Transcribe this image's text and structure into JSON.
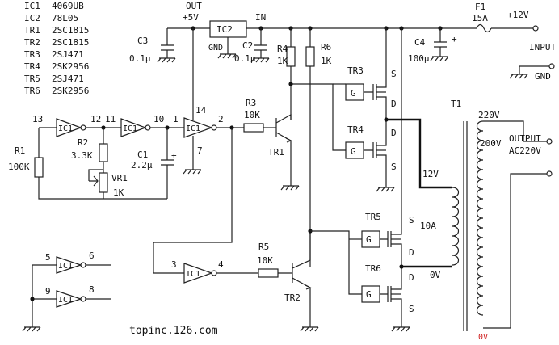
{
  "parts_list": [
    {
      "ref": "IC1",
      "value": "4069UB"
    },
    {
      "ref": "IC2",
      "value": "78L05"
    },
    {
      "ref": "TR1",
      "value": "2SC1815"
    },
    {
      "ref": "TR2",
      "value": "2SC1815"
    },
    {
      "ref": "TR3",
      "value": "2SJ471"
    },
    {
      "ref": "TR4",
      "value": "2SK2956"
    },
    {
      "ref": "TR5",
      "value": "2SJ471"
    },
    {
      "ref": "TR6",
      "value": "2SK2956"
    }
  ],
  "labels": {
    "out": "OUT",
    "plus5v": "+5V",
    "ic2": "IC2",
    "gnd_ic2": "GND",
    "in": "IN",
    "f1": "F1",
    "f1_val": "15A",
    "plus12v": "+12V",
    "input": "INPUT",
    "gnd_in": "GND",
    "c3": "C3",
    "c3_val": "0.1μ",
    "c2": "C2",
    "c2_val": "0.1μ",
    "r4": "R4",
    "r4_val": "1K",
    "r6": "R6",
    "r6_val": "1K",
    "c4": "C4",
    "c4_val": "100μ",
    "c4_plus": "+",
    "tr3": "TR3",
    "tr4": "TR4",
    "tr5": "TR5",
    "tr6": "TR6",
    "tr1": "TR1",
    "tr2": "TR2",
    "g": "G",
    "s": "S",
    "d": "D",
    "t1": "T1",
    "v220": "220V",
    "v200": "200V",
    "v12": "12V",
    "a10": "10A",
    "v0": "0V",
    "v0b": "0V",
    "output": "OUTPUT",
    "ac220": "AC220V",
    "r1": "R1",
    "r1_val": "100K",
    "r2": "R2",
    "r2_val": "3.3K",
    "vr1": "VR1",
    "vr1_val": "1K",
    "c1": "C1",
    "c1_val": "2.2μ",
    "c1_plus": "+",
    "r3": "R3",
    "r3_val": "10K",
    "r5": "R5",
    "r5_val": "10K",
    "ic1": "IC1",
    "p13": "13",
    "p12": "12",
    "p11": "11",
    "p10": "10",
    "p1": "1",
    "p14": "14",
    "p2": "2",
    "p7": "7",
    "p3": "3",
    "p4": "4",
    "p5": "5",
    "p6": "6",
    "p9": "9",
    "p8": "8",
    "watermark": "topinc.126.com"
  }
}
